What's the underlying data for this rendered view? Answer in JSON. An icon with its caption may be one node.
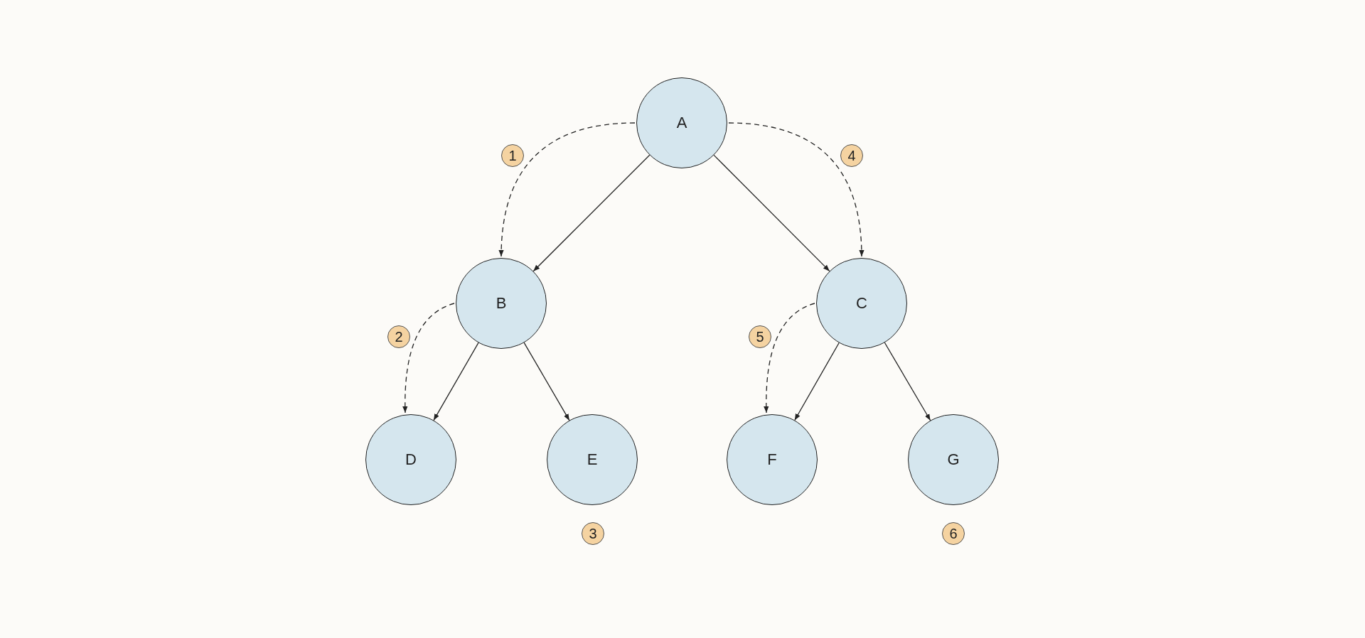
{
  "diagram": {
    "nodes": [
      {
        "text": [
          "A"
        ]
      },
      {
        "text": [
          "B"
        ]
      },
      {
        "text": [
          "C"
        ]
      },
      {
        "text": [
          "D"
        ]
      },
      {
        "text": [
          "E"
        ]
      },
      {
        "text": [
          "F"
        ]
      },
      {
        "text": [
          "G"
        ]
      }
    ],
    "edges": [
      {
        "from": 0,
        "to": 1,
        "arrow": "to"
      },
      {
        "from": 0,
        "to": 2,
        "arrow": "to"
      },
      {
        "from": 1,
        "to": 3,
        "arrow": "to"
      },
      {
        "from": 1,
        "to": 4,
        "arrow": "to"
      },
      {
        "from": 2,
        "to": 5,
        "arrow": "to"
      },
      {
        "from": 2,
        "to": 6,
        "arrow": "to"
      },
      {
        "from": 0,
        "to": 1,
        "arrow": "to",
        "style": "dashed"
      },
      {
        "from": 1,
        "to": 3,
        "arrow": "to",
        "style": "dashed"
      },
      {
        "from": 0,
        "to": 2,
        "arrow": "to",
        "style": "dashed"
      },
      {
        "from": 2,
        "to": 5,
        "arrow": "to",
        "style": "dashed"
      }
    ],
    "labels": [
      "1",
      "4",
      "2",
      "5",
      "3",
      "6"
    ]
  }
}
